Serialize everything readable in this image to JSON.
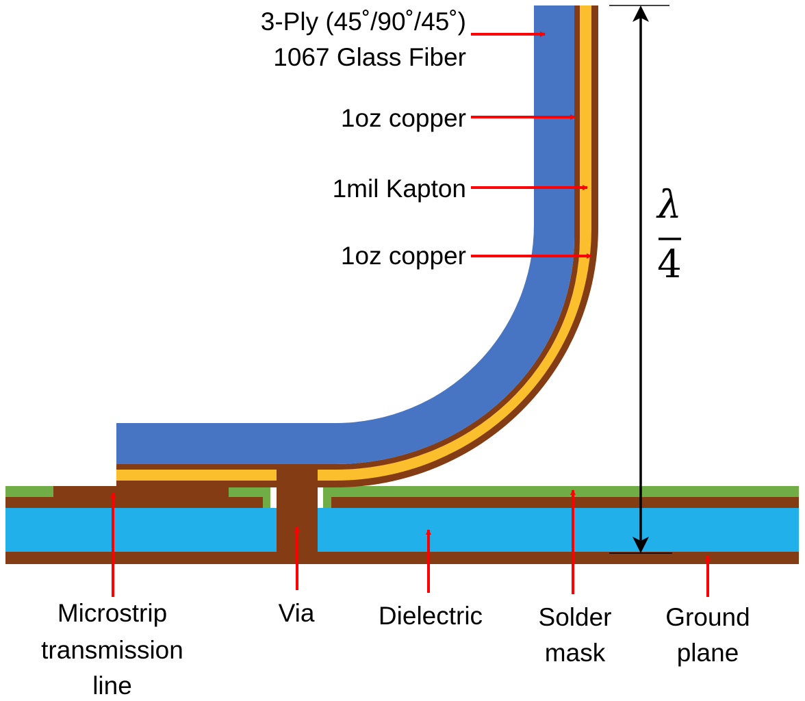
{
  "colors": {
    "glass_fiber": "#4775c4",
    "copper": "#843c14",
    "kapton": "#fbbf2d",
    "solder_mask": "#70ad47",
    "dielectric": "#21b0ea",
    "arrow": "#ff0000",
    "dimension": "#000000"
  },
  "labels": {
    "glass_fiber_line1": "3-Ply (45˚/90˚/45˚)",
    "glass_fiber_line2": "1067 Glass Fiber",
    "copper_top": "1oz copper",
    "kapton": "1mil Kapton",
    "copper_bottom": "1oz copper",
    "microstrip_line1": "Microstrip",
    "microstrip_line2": "transmission",
    "microstrip_line3": "line",
    "via": "Via",
    "dielectric": "Dielectric",
    "solder_line1": "Solder",
    "solder_line2": "mask",
    "ground_line1": "Ground",
    "ground_line2": "plane"
  },
  "dimension": {
    "numerator": "λ",
    "denominator": "4"
  }
}
